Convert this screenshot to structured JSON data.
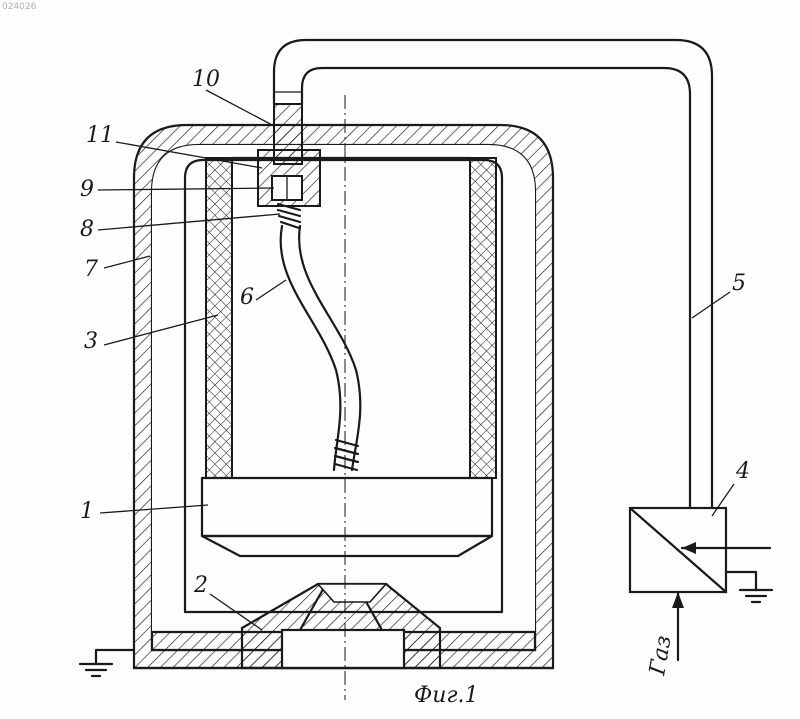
{
  "corner_mark": "024026",
  "caption": "Фиг.1",
  "gas_label": "Газ",
  "labels": {
    "n1": "1",
    "n2": "2",
    "n3": "3",
    "n4": "4",
    "n5": "5",
    "n6": "6",
    "n7": "7",
    "n8": "8",
    "n9": "9",
    "n10": "10",
    "n11": "11"
  }
}
